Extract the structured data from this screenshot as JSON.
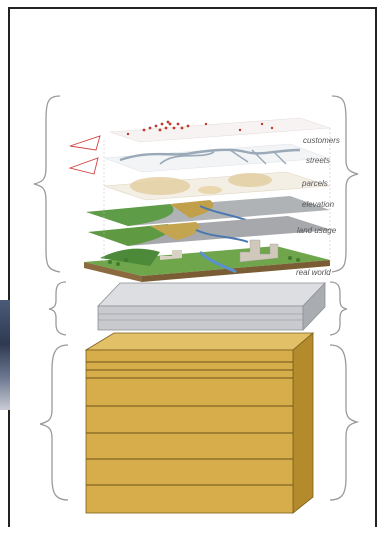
{
  "layers": [
    {
      "key": "customers",
      "label": "customers"
    },
    {
      "key": "streets",
      "label": "streets"
    },
    {
      "key": "parcels",
      "label": "parcels"
    },
    {
      "key": "elevation",
      "label": "elevation"
    },
    {
      "key": "land_usage",
      "label": "land usage"
    },
    {
      "key": "real_world",
      "label": "real world"
    }
  ],
  "colors": {
    "frame": "#222222",
    "brace": "#9a9a9a",
    "cabinet_front": "#d6ad4a",
    "cabinet_side": "#b38a2c",
    "cabinet_top": "#e2c067",
    "server_top": "#d7d9dd",
    "server_front": "#c6c8cc"
  },
  "icons": [
    "thumbnail-image",
    "left-brace-icon",
    "right-brace-icon"
  ]
}
